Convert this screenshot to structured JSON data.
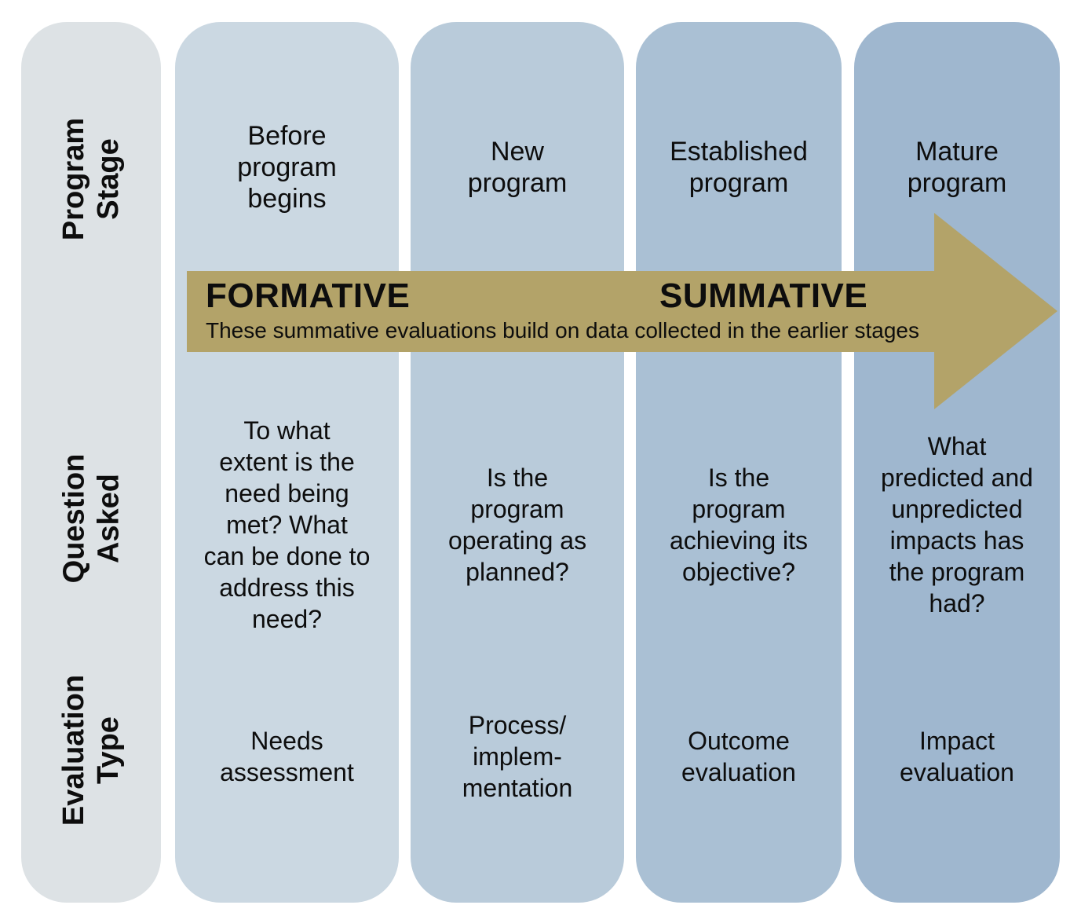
{
  "title": "Program evaluation stages diagram",
  "colors": {
    "background": "#ffffff",
    "text": "#0d0d0d",
    "row_label_column_bg": "#dde2e5",
    "column_bgs": [
      "#cbd8e2",
      "#b9cbda",
      "#aac0d4",
      "#9fb7cf"
    ],
    "arrow": "#b3a369"
  },
  "row_labels": {
    "program_stage": "Program\nStage",
    "question_asked": "Question\nAsked",
    "evaluation_type": "Evaluation\nType"
  },
  "arrow": {
    "formative_label": "FORMATIVE",
    "summative_label": "SUMMATIVE",
    "subtitle": "These summative evaluations build on data collected in the earlier stages"
  },
  "columns": [
    {
      "stage": "Before\nprogram\nbegins",
      "question": "To what\nextent is the\nneed being\nmet? What\ncan be done to\naddress this\nneed?",
      "evaluation_type": "Needs\nassessment"
    },
    {
      "stage": "New\nprogram",
      "question": "Is the\nprogram\noperating as\nplanned?",
      "evaluation_type": "Process/\nimplem-\nmentation"
    },
    {
      "stage": "Established\nprogram",
      "question": "Is the\nprogram\nachieving its\nobjective?",
      "evaluation_type": "Outcome\nevaluation"
    },
    {
      "stage": "Mature\nprogram",
      "question": "What\npredicted and\nunpredicted\nimpacts has\nthe program\nhad?",
      "evaluation_type": "Impact\nevaluation"
    }
  ]
}
